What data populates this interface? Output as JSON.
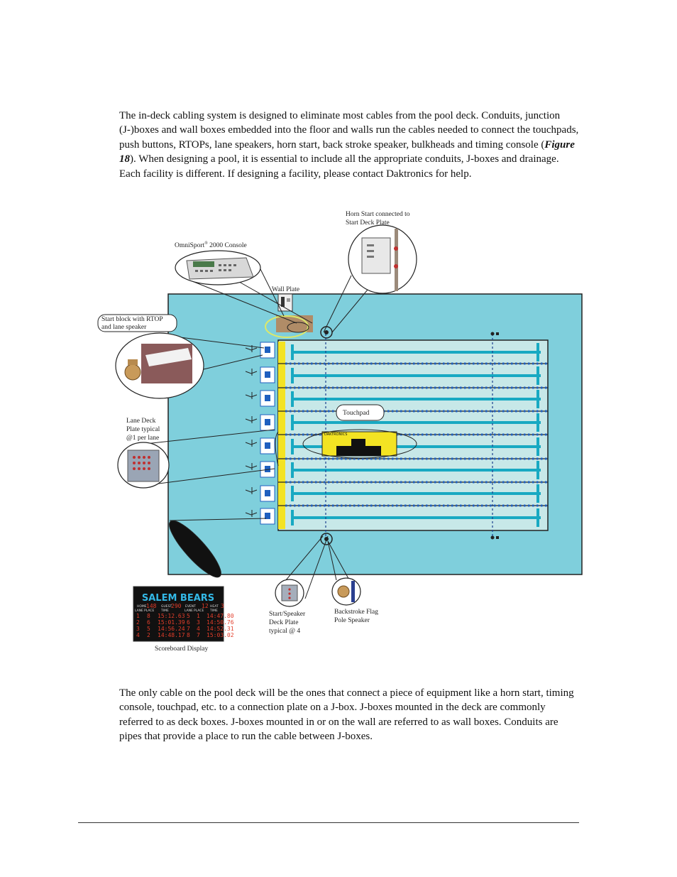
{
  "paragraph1": {
    "before": "The in-deck cabling system is designed to eliminate most cables from the pool deck. Conduits, junction (J-)boxes and wall boxes embedded into the floor and walls run the cables needed to connect the touchpads, push buttons, RTOPs, lane speakers, horn start, back stroke speaker, bulkheads and timing console (",
    "figure_ref": "Figure 18",
    "after": "). When designing a pool, it is essential to include all the appropriate conduits, J-boxes and drainage. Each facility is different. If designing a facility, please contact Daktronics for help."
  },
  "figure": {
    "labels": {
      "horn_start_line1": "Horn Start connected to",
      "horn_start_line2": "Start Deck Plate",
      "console_name": "OmniSport",
      "console_reg": "®",
      "console_rest": " 2000 Console",
      "wall_plate": "Wall Plate",
      "start_block_line1": "Start block with RTOP",
      "start_block_line2": "and lane speaker",
      "touchpad": "Touchpad",
      "lane_deck_line1": "Lane Deck",
      "lane_deck_line2": "Plate typical",
      "lane_deck_line3": "@1 per lane",
      "start_speaker_line1": "Start/Speaker",
      "start_speaker_line2": "Deck Plate",
      "start_speaker_line3": "typical @ 4",
      "backstroke_line1": "Backstroke Flag",
      "backstroke_line2": "Pole Speaker",
      "scoreboard_caption": "Scoreboard Display",
      "in_pool_display": "DAKTRONICS"
    },
    "scoreboard": {
      "brand": "SALEM BEARS",
      "header_home": "HOME",
      "home_value": "148",
      "header_guest": "GUEST",
      "guest_value": "290",
      "header_event": "EVENT",
      "event_value": "12",
      "header_heat": "HEAT",
      "heat_value": "3",
      "col_lane": "LANE",
      "col_place": "PLACE",
      "col_time": "TIME",
      "rows": [
        {
          "lane": "1",
          "place": "8",
          "time": "15:12.63",
          "lane2": "5",
          "place2": "1",
          "time2": "14:47.80"
        },
        {
          "lane": "2",
          "place": "6",
          "time": "15:01.39",
          "lane2": "6",
          "place2": "3",
          "time2": "14:50.76"
        },
        {
          "lane": "3",
          "place": "5",
          "time": "14:56.24",
          "lane2": "7",
          "place2": "4",
          "time2": "14:52.31"
        },
        {
          "lane": "4",
          "place": "2",
          "time": "14:48.17",
          "lane2": "8",
          "place2": "7",
          "time2": "15:03.02"
        }
      ]
    }
  },
  "paragraph2": "The only cable on the pool deck will be the ones that connect a piece of equipment like a horn start, timing console, touchpad, etc. to a connection plate on a J-box. J-boxes mounted in the deck are commonly referred to as deck boxes. J-boxes mounted in or on the wall are referred to as wall boxes. Conduits are pipes that provide a place to run the cable between J-boxes."
}
